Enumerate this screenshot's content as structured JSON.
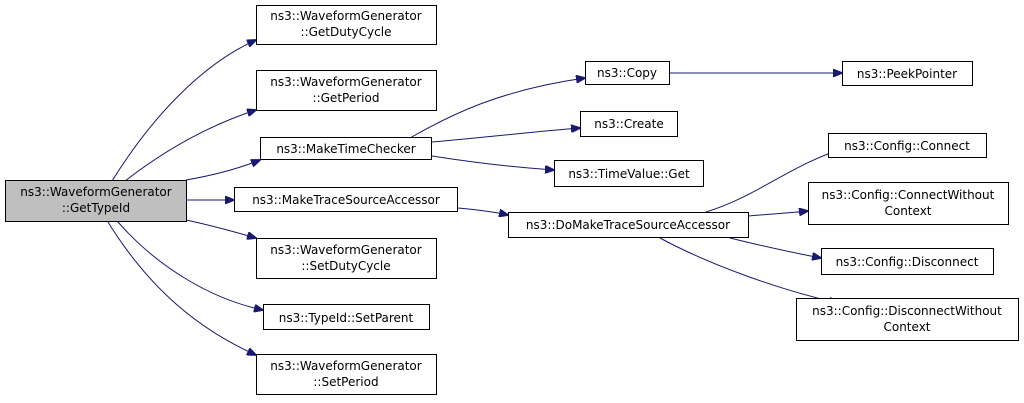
{
  "nodes": {
    "root": [
      "ns3::WaveformGenerator",
      "::GetTypeId"
    ],
    "get_duty_cycle": [
      "ns3::WaveformGenerator",
      "::GetDutyCycle"
    ],
    "get_period": [
      "ns3::WaveformGenerator",
      "::GetPeriod"
    ],
    "make_time_checker": [
      "ns3::MakeTimeChecker"
    ],
    "make_trace_source_accessor": [
      "ns3::MakeTraceSourceAccessor"
    ],
    "set_duty_cycle": [
      "ns3::WaveformGenerator",
      "::SetDutyCycle"
    ],
    "typeid_set_parent": [
      "ns3::TypeId::SetParent"
    ],
    "set_period": [
      "ns3::WaveformGenerator",
      "::SetPeriod"
    ],
    "copy": [
      "ns3::Copy"
    ],
    "create": [
      "ns3::Create"
    ],
    "timevalue_get": [
      "ns3::TimeValue::Get"
    ],
    "do_make_trace_source_accessor": [
      "ns3::DoMakeTraceSourceAccessor"
    ],
    "peek_pointer": [
      "ns3::PeekPointer"
    ],
    "config_connect": [
      "ns3::Config::Connect"
    ],
    "config_connect_without_context": [
      "ns3::Config::ConnectWithout",
      "Context"
    ],
    "config_disconnect": [
      "ns3::Config::Disconnect"
    ],
    "config_disconnect_without_context": [
      "ns3::Config::DisconnectWithout",
      "Context"
    ]
  },
  "colors": {
    "edge": "#191970",
    "root_fill": "#bfbfbf",
    "node_fill": "#ffffff",
    "border": "#000000"
  }
}
